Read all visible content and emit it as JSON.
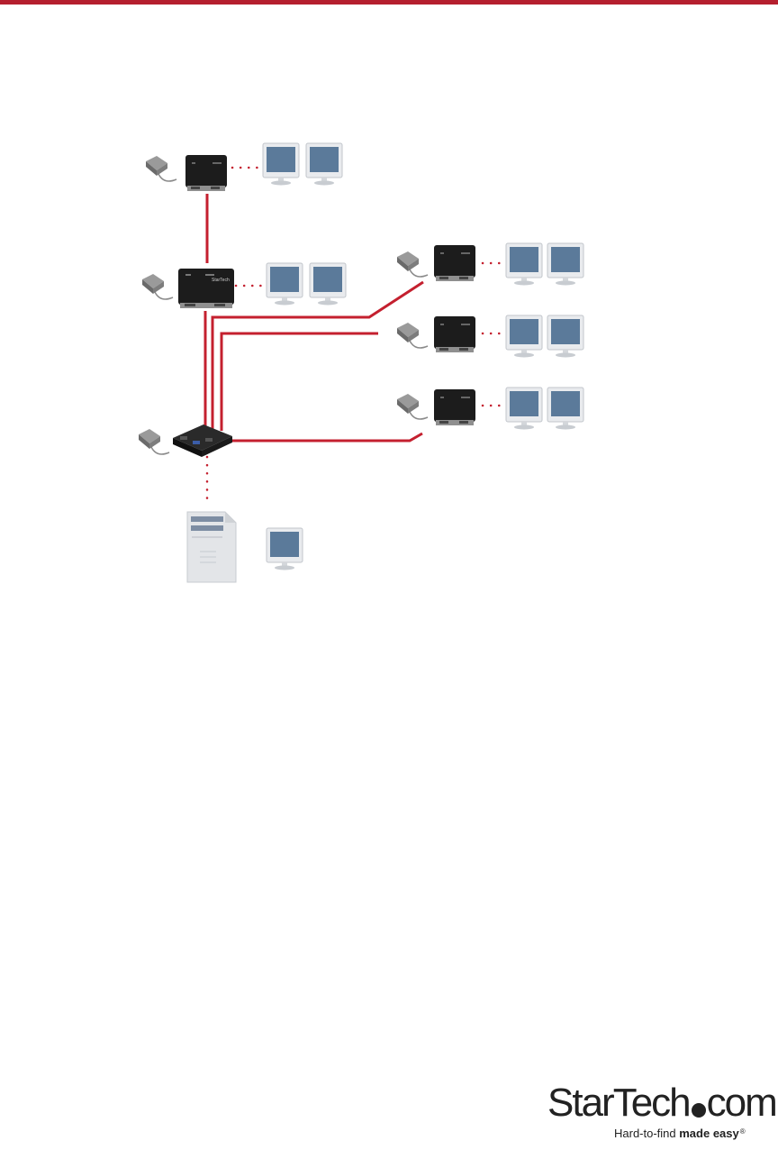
{
  "header": {
    "rule_color": "#b51f2e"
  },
  "colors": {
    "cable": "#c4202f",
    "video_link": "#c4202f",
    "device_body": "#1c1c1c",
    "monitor_frame": "#e9ebee",
    "monitor_screen": "#5b7a9a",
    "tower": "#e3e5e8"
  },
  "icons": {
    "power_adapter": "power-adapter-icon",
    "receiver": "receiver-unit-icon",
    "repeater": "repeater-unit-icon",
    "transmitter": "transmitter-unit-icon",
    "monitor": "monitor-icon",
    "computer": "computer-tower-icon"
  },
  "device_label": "StarTech",
  "brand": {
    "name_left": "StarTech",
    "name_right": "com",
    "tagline_regular": "Hard-to-find ",
    "tagline_bold": "made easy",
    "registered_mark": "®"
  }
}
